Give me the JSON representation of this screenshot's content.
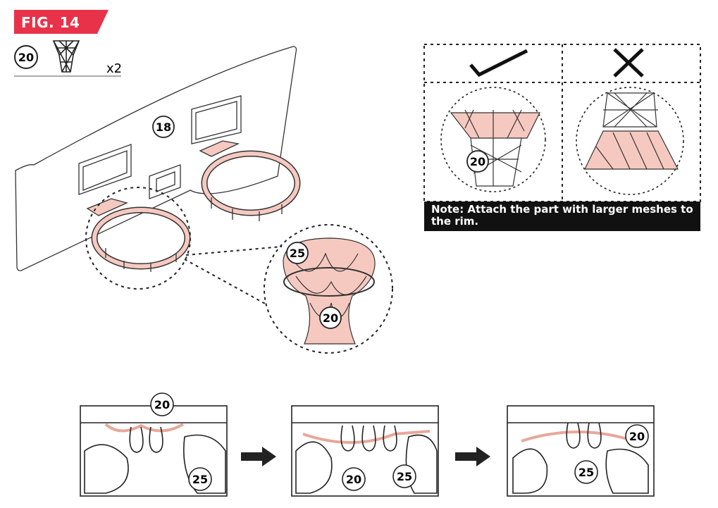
{
  "figure": {
    "label": "FIG. 14",
    "accent": "#e8324a"
  },
  "part_list": {
    "part_number": "20",
    "quantity": "x2",
    "icon": "basketball-net-icon"
  },
  "main_view": {
    "backboard_label": "18",
    "zoom_rim_label": "25",
    "zoom_net_label": "20"
  },
  "orientation": {
    "correct_icon": "checkmark-icon",
    "wrong_icon": "cross-icon",
    "correct_net_label": "20",
    "note": "Note: Attach the part with larger meshes to the rim.",
    "highlight": "#f6c9c0"
  },
  "steps": [
    {
      "net_label": "20",
      "rim_label": "25"
    },
    {
      "net_label": "20",
      "rim_label": "25"
    },
    {
      "net_label": "20",
      "rim_label": "25"
    }
  ]
}
